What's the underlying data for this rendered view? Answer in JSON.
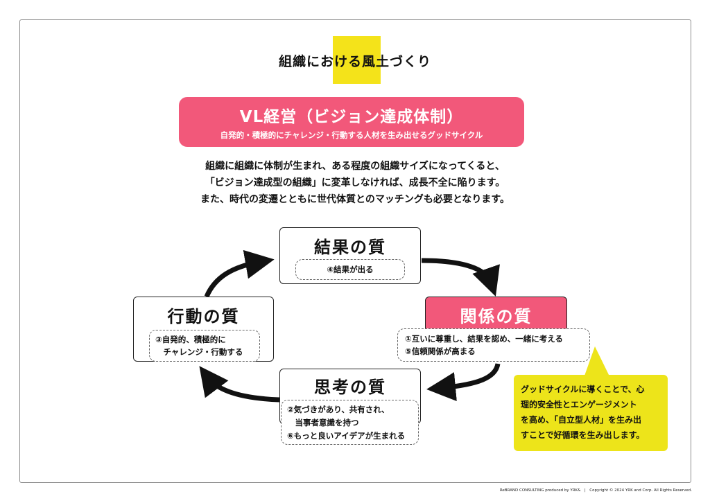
{
  "title": "組織における風土づくり",
  "vl": {
    "title": "VL経営（ビジョン達成体制）",
    "subtitle": "自発的・積極的にチャレンジ・行動する人材を生み出せるグッドサイクル"
  },
  "description": [
    "組織に組織に体制が生まれ、ある程度の組織サイズになってくると、",
    "「ビジョン達成型の組織」に変革しなければ、成長不全に陥ります。",
    "また、時代の変遷とともに世代体質とのマッチングも必要となります。"
  ],
  "nodes": {
    "result": {
      "title": "結果の質",
      "tag": [
        "④結果が出る"
      ]
    },
    "relation": {
      "title": "関係の質",
      "tag": [
        "①互いに尊重し、結果を認め、一緒に考える",
        "⑤信頼関係が高まる"
      ]
    },
    "thinking": {
      "title": "思考の質",
      "tag": [
        "②気づきがあり、共有され、",
        "　当事者意識を持つ",
        "⑥もっと良いアイデアが生まれる"
      ]
    },
    "action": {
      "title": "行動の質",
      "tag": [
        "③自発的、積極的に",
        "　チャレンジ・行動する"
      ]
    }
  },
  "callout": [
    "グッドサイクルに導くことで、心",
    "理的安全性とエンゲージメント",
    "を高め、「自立型人材」を生み出",
    "すことで好循環を生み出します。"
  ],
  "footer": "ReBRAND CONSULTING produced by YRK&　|　Copyright © 2024 YRK and Corp. All Rights Reserved.",
  "colors": {
    "accent_pink": "#f2587a",
    "highlight_yellow": "#f4e31a",
    "callout_yellow": "#ede41a"
  }
}
